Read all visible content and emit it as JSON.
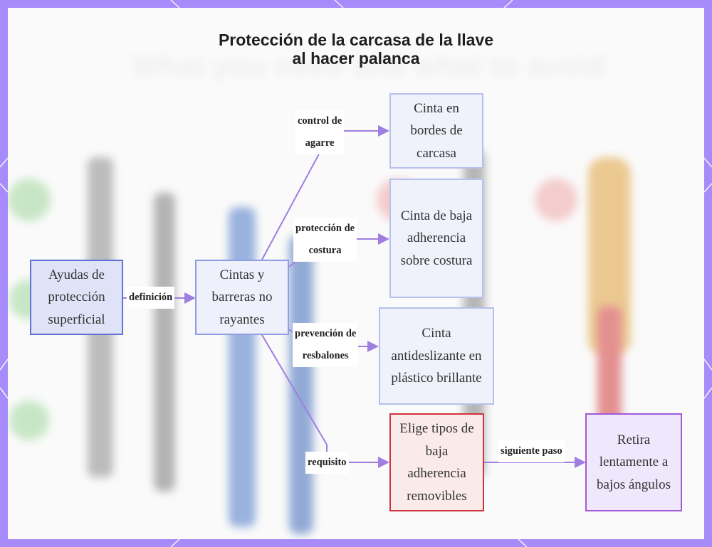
{
  "title": {
    "line1": "Protección de la carcasa de la llave",
    "line2": "al hacer palanca"
  },
  "background_text": "What you need and what to avoid",
  "nodes": {
    "root": "Ayudas de protección superficial",
    "tapes": "Cintas y barreras no rayantes",
    "grip": "Cinta en bordes de carcasa",
    "seam": "Cinta de baja adherencia sobre costura",
    "slip": "Cinta antideslizante en plástico brillante",
    "choose": "Elige tipos de baja adherencia removibles",
    "remove": "Retira lentamente a bajos ángulos"
  },
  "edges": {
    "definition": "definición",
    "grip_line1": "control de",
    "grip_line2": "agarre",
    "seam_line1": "protección de",
    "seam_line2": "costura",
    "slip_line1": "prevención de",
    "slip_line2": "resbalones",
    "requirement": "requisito",
    "next_step": "siguiente paso"
  },
  "colors": {
    "frame": "#a78bfa",
    "edge": "#9f7ee0",
    "root_border": "#6173d6",
    "option_border": "#b7c0ee",
    "requirement_border": "#d0323f",
    "step_border": "#a05ad8"
  }
}
